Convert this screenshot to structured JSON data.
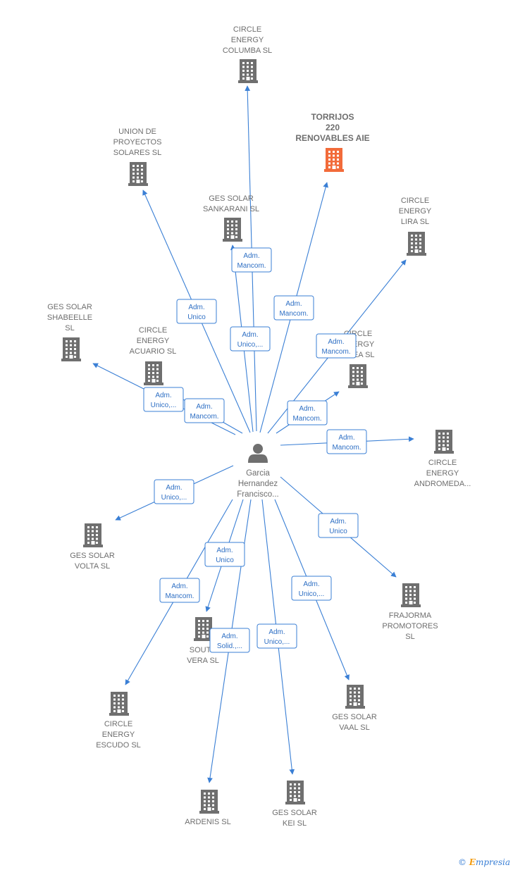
{
  "person": {
    "lines": [
      "Garcia",
      "Hernandez",
      "Francisco..."
    ]
  },
  "companies": [
    {
      "id": "columba",
      "lines": [
        "CIRCLE",
        "ENERGY",
        "COLUMBA  SL"
      ],
      "highlight": false
    },
    {
      "id": "torrijos",
      "lines": [
        "TORRIJOS",
        "220",
        "RENOVABLES AIE"
      ],
      "highlight": true
    },
    {
      "id": "union",
      "lines": [
        "UNION DE",
        "PROYECTOS",
        "SOLARES SL"
      ],
      "highlight": false
    },
    {
      "id": "sankarani",
      "lines": [
        "GES SOLAR",
        "SANKARANI  SL"
      ],
      "highlight": false
    },
    {
      "id": "lira",
      "lines": [
        "CIRCLE",
        "ENERGY",
        "LIRA  SL"
      ],
      "highlight": false
    },
    {
      "id": "shabeelle",
      "lines": [
        "GES SOLAR",
        "SHABEELLE",
        "SL"
      ],
      "highlight": false
    },
    {
      "id": "acuario",
      "lines": [
        "CIRCLE",
        "ENERGY",
        "ACUARIO  SL"
      ],
      "highlight": false
    },
    {
      "id": "pea",
      "lines": [
        "CIRCLE",
        "ENERGY",
        "...PEA  SL"
      ],
      "highlight": false
    },
    {
      "id": "andromeda",
      "lines": [
        "CIRCLE",
        "ENERGY",
        "ANDROMEDA..."
      ],
      "highlight": false
    },
    {
      "id": "volta",
      "lines": [
        "GES SOLAR",
        "VOLTA  SL"
      ],
      "highlight": false
    },
    {
      "id": "frajorma",
      "lines": [
        "FRAJORMA",
        "PROMOTORES",
        "SL"
      ],
      "highlight": false
    },
    {
      "id": "southvera",
      "lines": [
        "SOUTH",
        "VERA SL"
      ],
      "highlight": false
    },
    {
      "id": "escudo",
      "lines": [
        "CIRCLE",
        "ENERGY",
        "ESCUDO  SL"
      ],
      "highlight": false
    },
    {
      "id": "vaal",
      "lines": [
        "GES SOLAR",
        "VAAL  SL"
      ],
      "highlight": false
    },
    {
      "id": "ardenis",
      "lines": [
        "ARDENIS SL"
      ],
      "highlight": false
    },
    {
      "id": "kei",
      "lines": [
        "GES SOLAR",
        "KEI  SL"
      ],
      "highlight": false
    }
  ],
  "relations": [
    {
      "to": "columba",
      "lines": [
        "Adm.",
        "Unico,..."
      ]
    },
    {
      "to": "torrijos",
      "lines": [
        "Adm.",
        "Mancom."
      ]
    },
    {
      "to": "union",
      "lines": [
        "Adm.",
        "Unico"
      ]
    },
    {
      "to": "sankarani",
      "lines": [
        "Adm.",
        "Mancom."
      ]
    },
    {
      "to": "lira",
      "lines": [
        "Adm.",
        "Mancom."
      ]
    },
    {
      "to": "shabeelle",
      "lines": [
        "Adm.",
        "Unico,..."
      ]
    },
    {
      "to": "acuario",
      "lines": [
        "Adm.",
        "Mancom."
      ]
    },
    {
      "to": "pea",
      "lines": [
        "Adm.",
        "Mancom."
      ]
    },
    {
      "to": "andromeda",
      "lines": [
        "Adm.",
        "Mancom."
      ]
    },
    {
      "to": "volta",
      "lines": [
        "Adm.",
        "Unico,..."
      ]
    },
    {
      "to": "frajorma",
      "lines": [
        "Adm.",
        "Unico"
      ]
    },
    {
      "to": "southvera",
      "lines": [
        "Adm.",
        "Unico"
      ]
    },
    {
      "to": "escudo",
      "lines": [
        "Adm.",
        "Mancom."
      ]
    },
    {
      "to": "vaal",
      "lines": [
        "Adm.",
        "Unico,..."
      ]
    },
    {
      "to": "ardenis",
      "lines": [
        "Adm.",
        "Solid.,..."
      ]
    },
    {
      "to": "kei",
      "lines": [
        "Adm.",
        "Unico,..."
      ]
    }
  ],
  "colors": {
    "edge": "#3a7fd5",
    "building": "#6f6f6f",
    "highlight": "#f26b3a",
    "tag_text": "#2e6fc4"
  },
  "footer": {
    "copyright": "©",
    "brand_initial": "E",
    "brand_rest": "mpresia"
  }
}
